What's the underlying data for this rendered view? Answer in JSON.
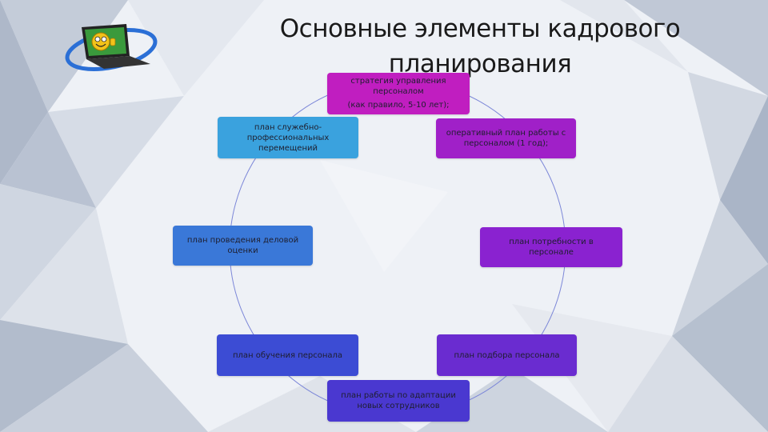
{
  "slide": {
    "title_line1": "Основные элементы кадрового",
    "title_line2": "планирования"
  },
  "logo": {
    "icon": "laptop-with-smiley-icon"
  },
  "nodes": {
    "strategy": {
      "lines": [
        "стратегия управления",
        "персоналом",
        "(как правило, 5-10 лет);"
      ],
      "color": "#c01ec0"
    },
    "operational": {
      "lines": [
        "оперативный план работы с",
        "персоналом (1 год);"
      ],
      "color": "#a020c8"
    },
    "needs": {
      "lines": [
        "план потребности в персонале"
      ],
      "color": "#8a22d0"
    },
    "recruitment": {
      "lines": [
        "план подбора персонала"
      ],
      "color": "#6a2cd0"
    },
    "adaptation": {
      "lines": [
        "план работы по адаптации",
        "новых сотрудников"
      ],
      "color": "#4a38d0"
    },
    "training": {
      "lines": [
        "план обучения персонала"
      ],
      "color": "#3c4cd4"
    },
    "assessment": {
      "lines": [
        "план проведения деловой",
        "оценки"
      ],
      "color": "#3a78d8"
    },
    "career": {
      "lines": [
        "план служебно-",
        "профессиональных",
        "перемещений"
      ],
      "color": "#3aa2de"
    }
  }
}
